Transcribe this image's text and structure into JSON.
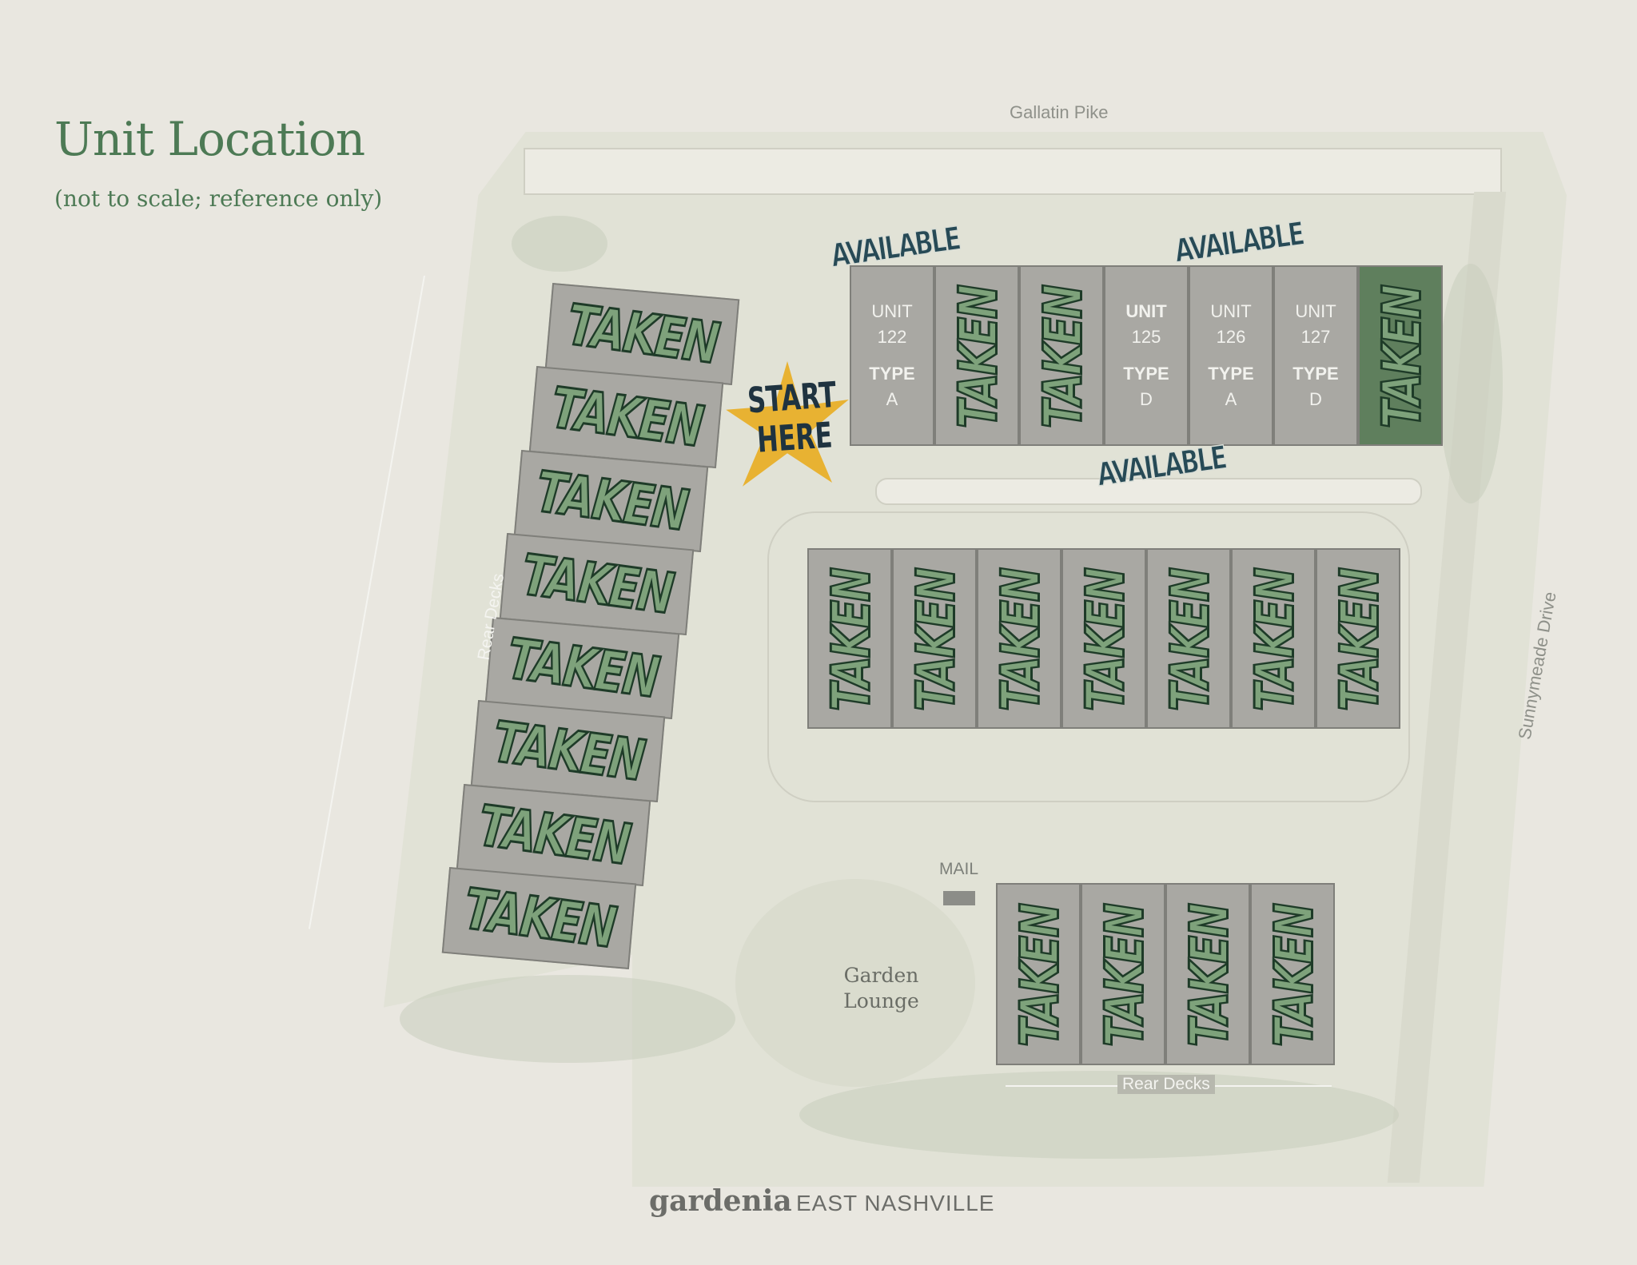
{
  "header": {
    "title": "Unit Location",
    "subtitle": "(not to scale; reference only)"
  },
  "streets": {
    "north": "Gallatin Pike",
    "east": "Sunnymeade Drive"
  },
  "labels": {
    "rear_decks_left": "Rear Decks",
    "rear_decks_bottom": "Rear Decks",
    "mail": "MAIL",
    "garden_lounge": "Garden Lounge",
    "start_here": "START HERE"
  },
  "stamps": {
    "taken": "TAKEN",
    "available": "AVAILABLE"
  },
  "colors": {
    "taken_fill": "#7ea27b",
    "taken_outline": "#1e3b28",
    "available": "#274a56",
    "star": "#e8b232",
    "title": "#4d7a55"
  },
  "top_row": [
    {
      "unit": "UNIT",
      "number": "122",
      "type_label": "TYPE",
      "type": "A",
      "status": "available"
    },
    {
      "status": "taken"
    },
    {
      "status": "taken"
    },
    {
      "unit": "UNIT",
      "number": "125",
      "type_label": "TYPE",
      "type": "D",
      "status": "available"
    },
    {
      "unit": "UNIT",
      "number": "126",
      "type_label": "TYPE",
      "type": "A",
      "status": "available"
    },
    {
      "unit": "UNIT",
      "number": "127",
      "type_label": "TYPE",
      "type": "D",
      "status": "available"
    },
    {
      "status": "taken"
    }
  ],
  "middle_row": [
    {
      "status": "taken"
    },
    {
      "status": "taken"
    },
    {
      "status": "taken"
    },
    {
      "status": "taken"
    },
    {
      "status": "taken"
    },
    {
      "status": "taken"
    },
    {
      "status": "taken"
    }
  ],
  "bottom_row": [
    {
      "status": "taken"
    },
    {
      "status": "taken"
    },
    {
      "status": "taken"
    },
    {
      "status": "taken"
    }
  ],
  "left_column": [
    {
      "status": "taken"
    },
    {
      "status": "taken"
    },
    {
      "status": "taken"
    },
    {
      "status": "taken"
    },
    {
      "status": "taken"
    },
    {
      "status": "taken"
    },
    {
      "status": "taken"
    },
    {
      "status": "taken"
    }
  ],
  "footer": {
    "brand": "gardenia",
    "location": "EAST NASHVILLE"
  }
}
